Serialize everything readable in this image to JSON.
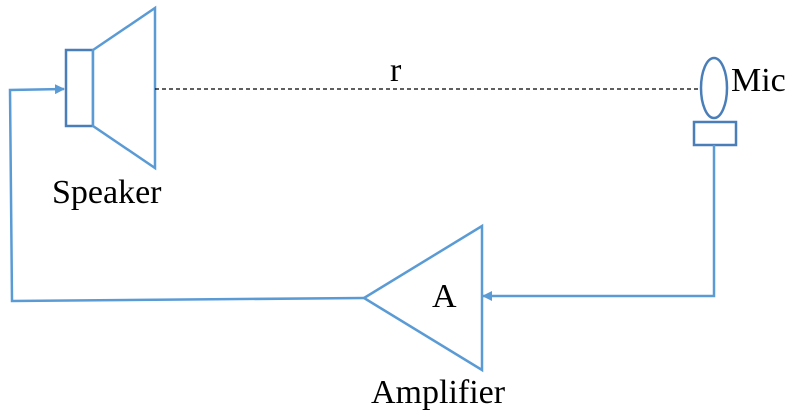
{
  "labels": {
    "speaker": "Speaker",
    "distance": "r",
    "mic": "Mic",
    "gain": "A",
    "amplifier": "Amplifier"
  },
  "colors": {
    "shape_stroke": "#4a7eb8",
    "wire": "#5b9bd5",
    "dashed_line": "#000000",
    "text": "#000000"
  }
}
